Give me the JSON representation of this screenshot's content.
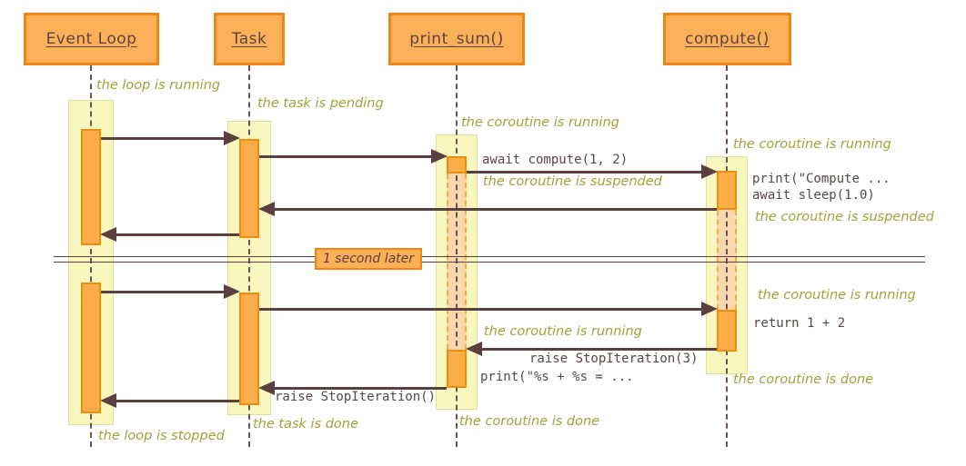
{
  "diagram": {
    "participants": [
      {
        "name": "Event Loop"
      },
      {
        "name": "Task"
      },
      {
        "name": "print_sum()"
      },
      {
        "name": "compute()"
      }
    ],
    "divider": {
      "label": "1 second later"
    },
    "notes": {
      "loop_running": "the loop is running",
      "task_pending": "the task is pending",
      "ps_running1": "the coroutine is running",
      "cp_running1": "the coroutine is running",
      "ps_suspended": "the coroutine is suspended",
      "cp_suspended": "the coroutine is suspended",
      "cp_running2": "the coroutine is running",
      "ps_running2": "the coroutine is running",
      "cp_done": "the coroutine is done",
      "ps_done": "the coroutine is done",
      "task_done": "the task is done",
      "loop_stopped": "the loop is stopped"
    },
    "messages": {
      "await_compute": "await compute(1, 2)",
      "print_compute": "print(\"Compute ...",
      "await_sleep": "await sleep(1.0)",
      "return_sum": "return 1 + 2",
      "raise_stop3": "raise StopIteration(3)",
      "print_result": "print(\"%s + %s = ...",
      "raise_stop": "raise StopIteration()"
    },
    "colors": {
      "header_fill": "#FCB159",
      "header_border": "#F08414",
      "activation_fill": "#FBAD49",
      "activation_border": "#F28C0C",
      "lane_fill": "#F7F7BE",
      "lane_border": "#DFDF9E",
      "suspended_fill": "#F8D9AE",
      "suspended_border": "#FAA74D",
      "arrow": "#5A4040",
      "note_text": "#A2A238",
      "code_text": "#5A4646"
    }
  }
}
